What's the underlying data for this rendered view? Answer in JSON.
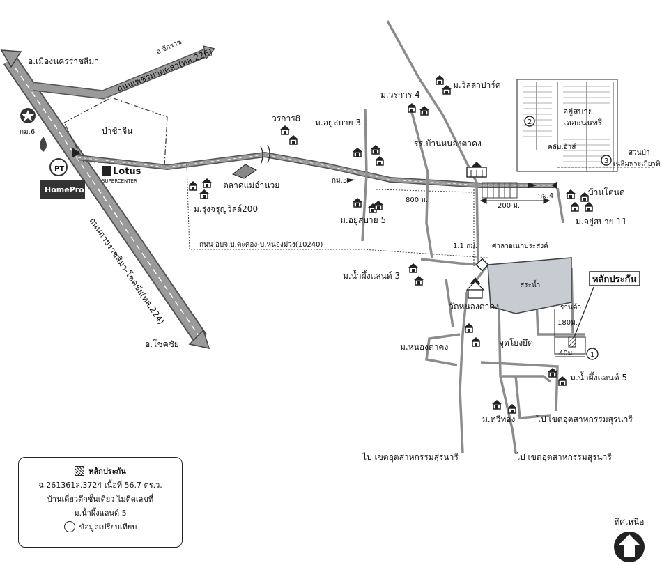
{
  "labels": {
    "muang_korat": "อ.เมืองนครราชสีมา",
    "chakkarat": "อ.จักราช",
    "phetmat_road": "ถนนเพชรมาตุคลา(ทล.226)",
    "pa_cha_chin": "ป่าช้าจีน",
    "km6": "กม.6",
    "lotus": "Lotus",
    "lotus_sub": "SUPERCENTER",
    "homepro": "HomePro",
    "pt": "PT",
    "highway_224": "ถนนสายราชสีมา-โชคชัย(ทล.224)",
    "chok_chai": "อ.โชคชัย",
    "worakarn8": "วรการ8",
    "mae_amnuay_market": "ตลาดแม่อำนวย",
    "rung_charoen": "ม.รุ่งจรุญวิลล์200",
    "obj_road": "ถนน อบจ.บ.ตะคอง-บ.หนองม่วง(10240)",
    "yusabai3": "ม.อยู่สบาย 3",
    "km3": "กม.3",
    "dist_800": "800 ม.",
    "yusabai5": "ม.อยู่สบาย 5",
    "villa_park": "ม.วิลล่าปาร์ค",
    "worakarn4": "ม.วรการ 4",
    "school": "รร.บ้านหนองตาคง",
    "yusabai_the_nontri_1": "อยู่สบาย",
    "yusabai_the_nontri_2": "เดอะนนทรี",
    "clubhouse": "คลับเฮ้าส์",
    "park": "สวนป่า",
    "park2": "เฉลิมพระเกียรติ",
    "ban_tonot": "บ้านโตนด",
    "km4": "กม.4",
    "dist_200": "200 ม.",
    "yusabai11": "ม.อยู่สบาย 11",
    "dist_1_1km": "1.1 กม.",
    "sala": "ศาลาอเนกประสงค์",
    "pond": "สระน้ำ",
    "collateral_box": "หลักประกัน",
    "shop": "ร้านค้า",
    "dist_180": "180ม.",
    "dist_40": "40ม.",
    "nam_phueng3": "ม.น้ำผึ้งแลนด์ 3",
    "wat": "วัดหนองตาคง",
    "chud_yong_yued": "จุดโยงยึด",
    "nong_ta_kong": "ม.หนองตาคง",
    "nam_phueng5": "ม.น้ำผึ้งแลนด์ 5",
    "thawi_thong": "ม.ทวีทอง",
    "to_industrial_1": "ไป เขตอุตสาหกรรมสุรนารี",
    "to_industrial_2": "ไป เขตอุตสาหกรรมสุรนารี",
    "to_industrial_3": "ไป เขตอุตสาหกรรมสุรนารี",
    "marker_1": "1",
    "marker_2": "2",
    "marker_3": "3"
  },
  "legend": {
    "collateral_title": "หลักประกัน",
    "deed_line": "ฉ.261361ล.3724 เนื้อที่ 56.7 ตร.ว.",
    "house_line": "บ้านเดี่ยวตึกชั้นเดียว ไม่ติดเลขที่",
    "village_line": "ม.น้ำผึ้งแลนด์ 5",
    "comparable": "ข้อมูลเปรียบเทียบ"
  },
  "north": {
    "label": "ทิศเหนือ"
  },
  "icons": {
    "highway": "highway-road",
    "local_road": "local-road",
    "house": "house-icon",
    "school": "school-icon",
    "temple": "temple-icon",
    "bridge": "bridge-icon",
    "north_arrow": "north-arrow-icon"
  },
  "colors": {
    "road_fill": "#9a9a9a",
    "road_edge": "#555555",
    "pond_fill": "#c7ccd2",
    "ink": "#111111"
  }
}
